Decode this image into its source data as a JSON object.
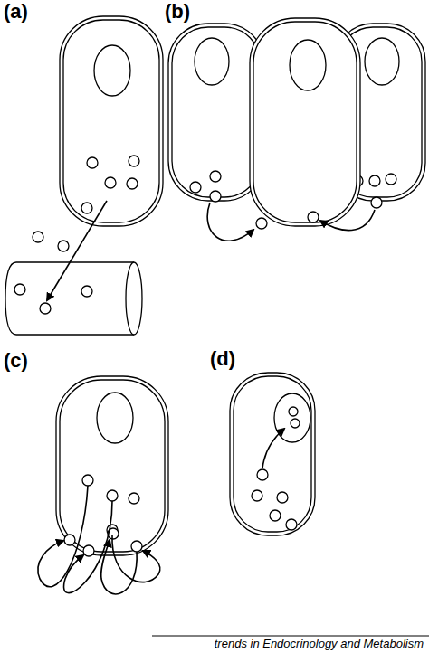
{
  "diagram": {
    "labels": [
      "(a)",
      "(b)",
      "(c)",
      "(d)",
      "trends in Endocrinology and Metabolism"
    ]
  }
}
